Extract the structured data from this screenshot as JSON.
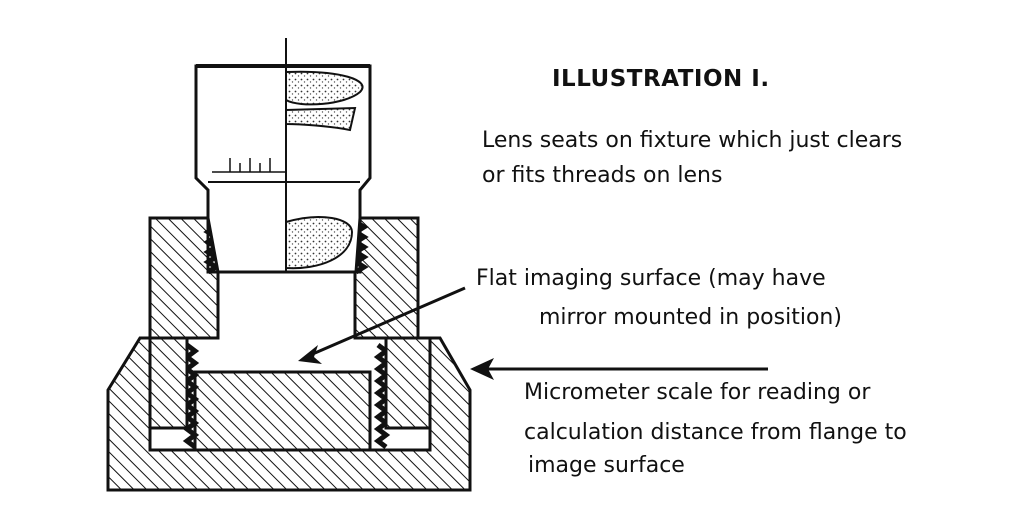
{
  "title": "ILLUSTRATION I.",
  "annotations": {
    "lens_seat_line1": "Lens seats on fixture which just clears",
    "lens_seat_line2": "or fits threads on lens",
    "flat_surface_line1": "Flat imaging surface (may have",
    "flat_surface_line2": "mirror mounted in position)",
    "micrometer_line1": "Micrometer scale for reading or",
    "micrometer_line2": "calculation distance from flange to",
    "micrometer_line3": "image surface"
  },
  "colors": {
    "ink": "#111111",
    "paper": "#ffffff"
  }
}
